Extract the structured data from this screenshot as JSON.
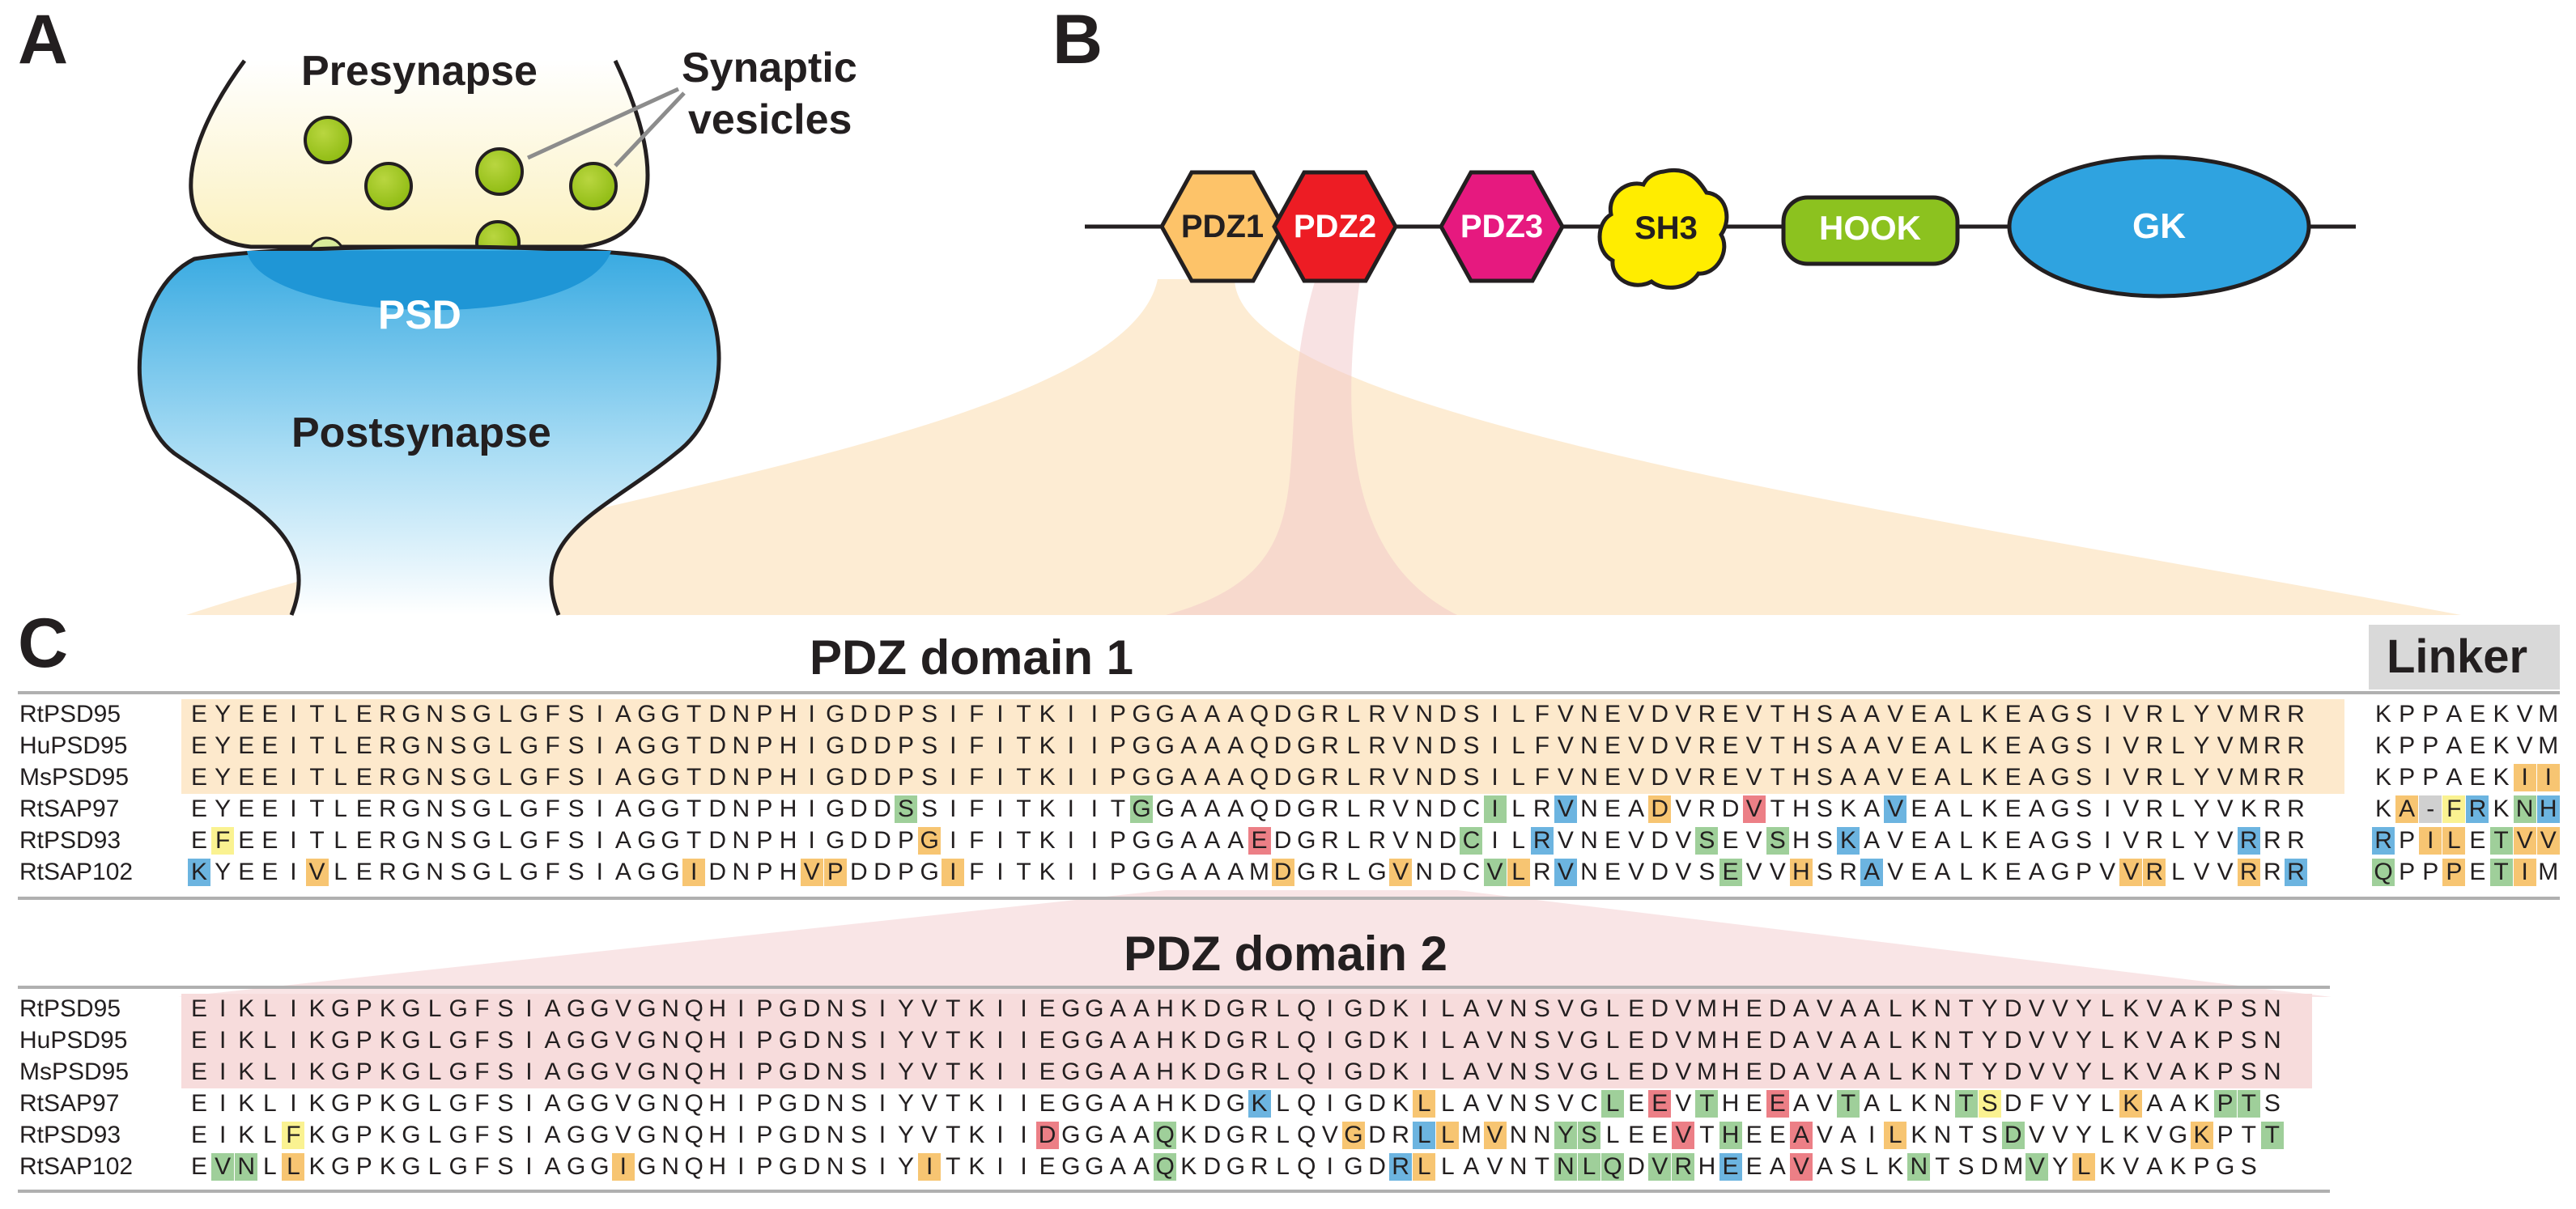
{
  "panels": {
    "a": "A",
    "b": "B",
    "c": "C"
  },
  "synapse": {
    "presynapse": "Presynapse",
    "postsynapse": "Postsynapse",
    "psd": "PSD",
    "vesicles_line1": "Synaptic",
    "vesicles_line2": "vesicles"
  },
  "domains": [
    {
      "label": "PDZ1",
      "shape": "hexagon",
      "color": "#fdc369"
    },
    {
      "label": "PDZ2",
      "shape": "hexagon",
      "color": "#ed1c24"
    },
    {
      "label": "PDZ3",
      "shape": "hexagon",
      "color": "#e6197f"
    },
    {
      "label": "SH3",
      "shape": "flower",
      "color": "#ffed00"
    },
    {
      "label": "HOOK",
      "shape": "rounded-rect",
      "color": "#8cc21f"
    },
    {
      "label": "GK",
      "shape": "ellipse",
      "color": "#2fa3e0"
    }
  ],
  "colors": {
    "pdz1_region": "#fde9cc",
    "pdz2_region": "#f7dcdc",
    "linker_box": "#d9d9d9",
    "residue_colors": {
      "o": "#f7c572",
      "g": "#9fcf9a",
      "b": "#6cb4e0",
      "r": "#ec7f86",
      "y": "#faf291",
      "x": "#d0d0d0"
    }
  },
  "alignment1": {
    "title": "PDZ domain 1",
    "linker_title": "Linker",
    "rows": [
      {
        "name": "RtPSD95",
        "seq": "EYEEITLERGNSGLGFSIAGGTDNPHIGDDPSIFITKIIPGGAAAQDGRLRVNDSILFVNEVDVREVTHSAAVEALKEAGSIVRLYVMRR",
        "hl": "",
        "linker": "KPPAEKVM",
        "lhl": ""
      },
      {
        "name": "HuPSD95",
        "seq": "EYEEITLERGNSGLGFSIAGGTDNPHIGDDPSIFITKIIPGGAAAQDGRLRVNDSILFVNEVDVREVTHSAAVEALKEAGSIVRLYVMRR",
        "hl": "",
        "linker": "KPPAEKVM",
        "lhl": ""
      },
      {
        "name": "MsPSD95",
        "seq": "EYEEITLERGNSGLGFSIAGGTDNPHIGDDPSIFITKIIPGGAAAQDGRLRVNDSILFVNEVDVREVTHSAAVEALKEAGSIVRLYVMRR",
        "hl": "",
        "linker": "KPPAEKII",
        "lhl": "......oo"
      },
      {
        "name": "RtSAP97",
        "seq": "EYEEITLERGNSGLGFSIAGGTDNPHIGDDSSIFITKIITGGAAAQDGRLRVNDCILRVNEADVRDVTHSKAVEALKEAGSIVRLYVKRR",
        "hl": "..............................g.........g..............g..b...o...r.....b..................b..",
        "linker": "KA-FRKNH",
        "lhl": ".oxyb.gb"
      },
      {
        "name": "RtPSD93",
        "seq": "EFEEITLERGNSGLGFSIAGGTDNPHIGDDPGIFITKIIPGGAAAEDGRLRVNDCILRVNEVDVSEVSHSKAVEALKEAGSIVRLYVRRR",
        "hl": ".y.............................o.............r........g..b......g..g..b................b...",
        "linker": "RPILETVV",
        "lhl": "b.oo.goo"
      },
      {
        "name": "RtSAP102",
        "seq": "KYEEIVLERGNSGLGFSIAGGIDNPHVPDDPGIFITKIIPGGAAAMDGRLGVNDCVLRVNEVDVSEVVHSRAVEALKEAGPVVRLVVRRR",
        "hl": "b....o...............o....oo....o.............o....o...go.b......g..o..b..........oo...o.b...",
        "linker": "QPPPETIM",
        "lhl": "g..o.go."
      }
    ]
  },
  "alignment2": {
    "title": "PDZ domain 2",
    "rows": [
      {
        "name": "RtPSD95",
        "seq": "EIKLIKGPKGLGFSIAGGVGNQHIPGDNSIYVTKIIEGGAAHKDGRLQIGDKILAVNSVGLEDVMHEDAVAALKNTYDVVYLKVAKPSN",
        "hl": ""
      },
      {
        "name": "HuPSD95",
        "seq": "EIKLIKGPKGLGFSIAGGVGNQHIPGDNSIYVTKIIEGGAAHKDGRLQIGDKILAVNSVGLEDVMHEDAVAALKNTYDVVYLKVAKPSN",
        "hl": ""
      },
      {
        "name": "MsPSD95",
        "seq": "EIKLIKGPKGLGFSIAGGVGNQHIPGDNSIYVTKIIEGGAAHKDGRLQIGDKILAVNSVGLEDVMHEDAVAALKNTYDVVYLKVAKPSN",
        "hl": ""
      },
      {
        "name": "RtSAP97",
        "seq": "EIKLIKGPKGLGFSIAGGVGNQHIPGDNSIYVTKIIEGGAAHKDGKLQIGDKLLAVNSVCLEEVTHEEAVTALKNTSDFVYLKAAKPTS",
        "hl": ".............................................b......o.......g.r.g..r..g....gy.....o...gg"
      },
      {
        "name": "RtPSD93",
        "seq": "EIKLFKGPKGLGFSIAGGVGNQHIPGDNSIYVTKIIDGGAAQKDGRLQVGDRLLMVNNYSLEEVTHEEAVAILKNTSDVVYLKVGKPTT",
        "hl": "....y...............................r....g.......o..bo.o..gg...r.g..r...o....g.......o..gg"
      },
      {
        "name": "RtSAP102",
        "seq": "EVNLLKGPKGLGFSIAGGIGNQHIPGDNSIYITKIIEGGAAQKDGRLQIGDRLLAVNTNLQDVRHEEAVASLKNTSDMVYLKVAKPGS",
        "hl": ".gg.o.............o............o.........g.........bo.....ggg.gg.b..r....g....g.o.........oo"
      }
    ]
  }
}
